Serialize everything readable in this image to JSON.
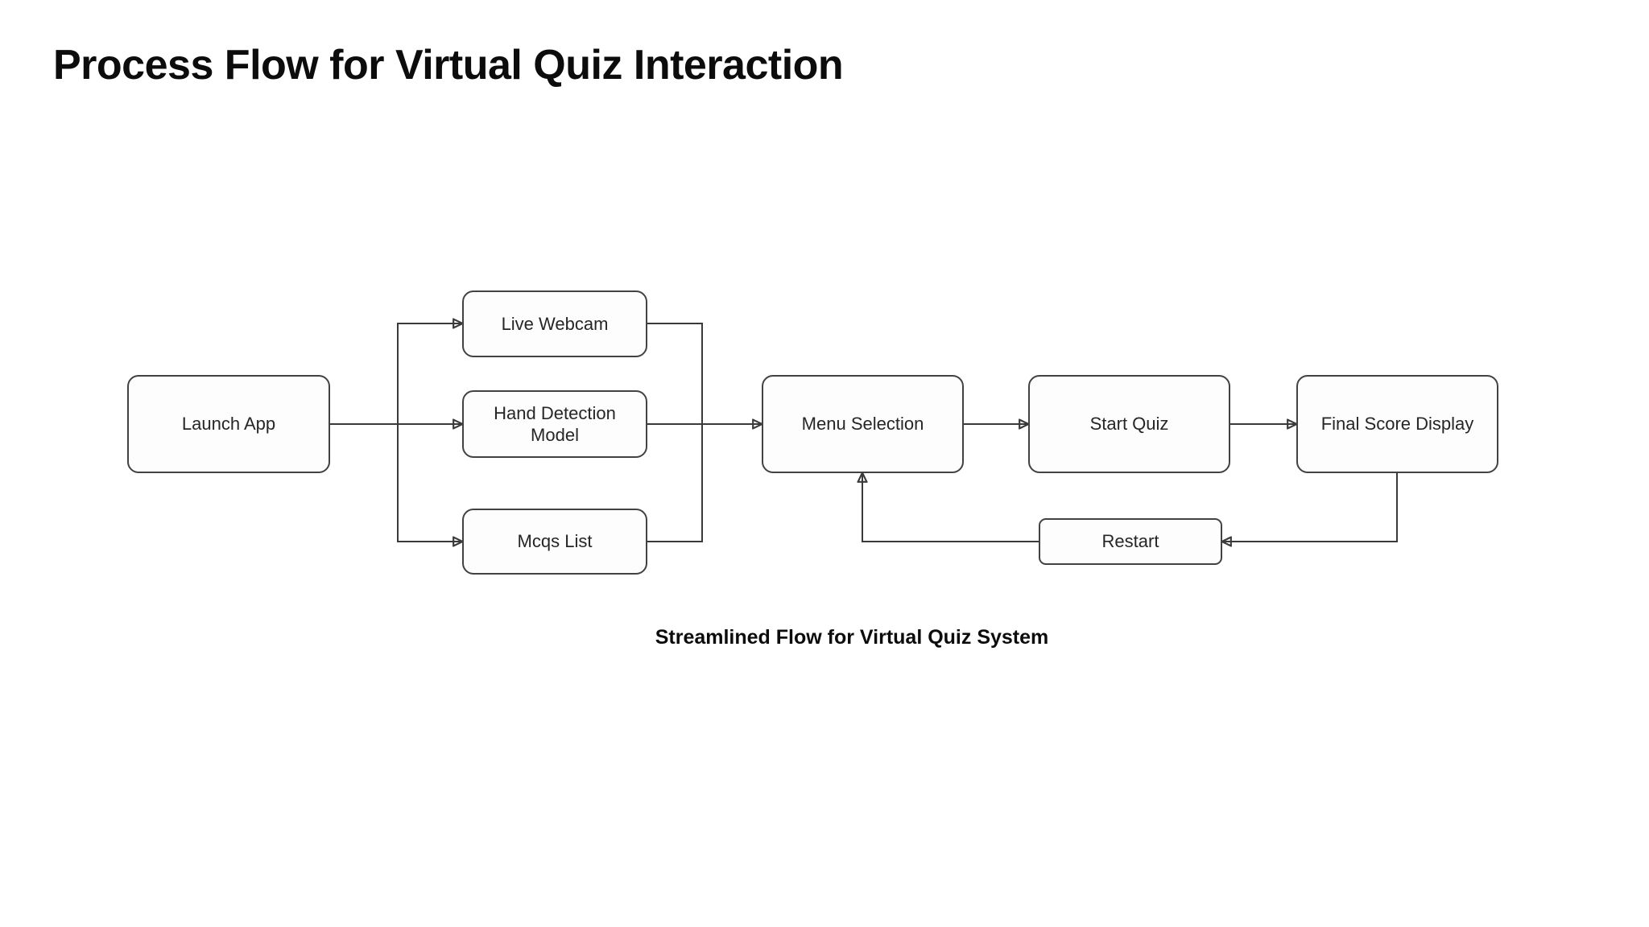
{
  "title": "Process Flow for Virtual Quiz Interaction",
  "caption": "Streamlined Flow for Virtual Quiz System",
  "colors": {
    "background": "#ffffff",
    "node_fill": "#fdfdfd",
    "node_border": "#424242",
    "connector": "#3a3a3a",
    "arrowhead": "#1c1c1c",
    "text": "#0c0c0c"
  },
  "diagram": {
    "nodes": [
      {
        "id": "launch-app",
        "label": "Launch App"
      },
      {
        "id": "live-webcam",
        "label": "Live Webcam"
      },
      {
        "id": "hand-detection-model",
        "label": "Hand Detection Model"
      },
      {
        "id": "mcqs-list",
        "label": "Mcqs List"
      },
      {
        "id": "menu-selection",
        "label": "Menu Selection"
      },
      {
        "id": "start-quiz",
        "label": "Start Quiz"
      },
      {
        "id": "final-score-display",
        "label": "Final Score Display"
      },
      {
        "id": "restart",
        "label": "Restart"
      }
    ],
    "edges": [
      {
        "from": "Launch App",
        "to": "Live Webcam"
      },
      {
        "from": "Launch App",
        "to": "Hand Detection Model"
      },
      {
        "from": "Launch App",
        "to": "Mcqs List"
      },
      {
        "from": "Live Webcam",
        "to": "Menu Selection"
      },
      {
        "from": "Hand Detection Model",
        "to": "Menu Selection"
      },
      {
        "from": "Mcqs List",
        "to": "Menu Selection"
      },
      {
        "from": "Menu Selection",
        "to": "Start Quiz"
      },
      {
        "from": "Start Quiz",
        "to": "Final Score Display"
      },
      {
        "from": "Final Score Display",
        "to": "Restart"
      },
      {
        "from": "Restart",
        "to": "Menu Selection"
      }
    ]
  }
}
